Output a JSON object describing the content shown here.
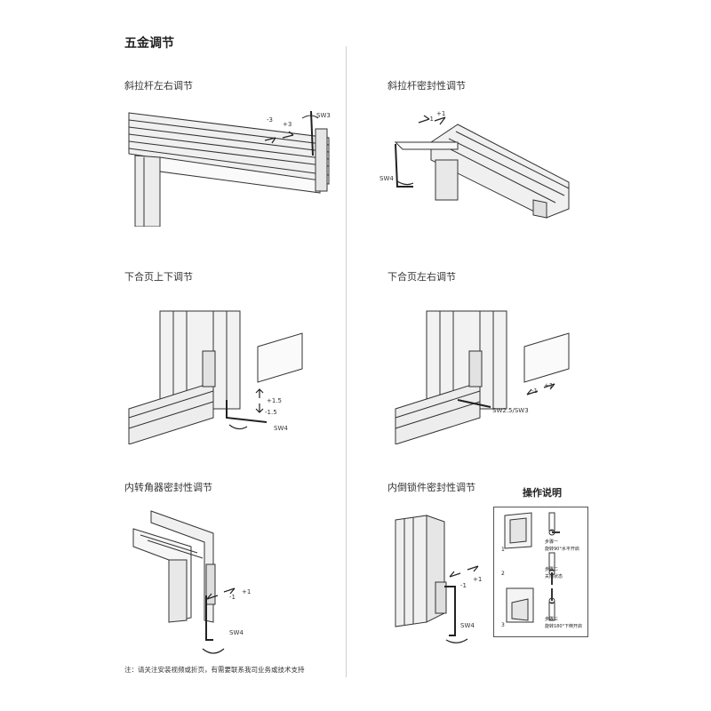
{
  "page_title": "五金调节",
  "sections": [
    {
      "title": "斜拉杆左右调节",
      "labels": {
        "tool": "SW3",
        "minus": "-3",
        "plus": "+3"
      }
    },
    {
      "title": "斜拉杆密封性调节",
      "labels": {
        "tool": "SW4",
        "minus": "-1",
        "plus": "+1"
      }
    },
    {
      "title": "下合页上下调节",
      "labels": {
        "tool": "SW4",
        "plus": "+1.5",
        "minus": "-1.5"
      }
    },
    {
      "title": "下合页左右调节",
      "labels": {
        "tool": "SW2.5/SW3",
        "minus": "-1",
        "plus": "+1"
      }
    },
    {
      "title": "内转角器密封性调节",
      "labels": {
        "tool": "SW4",
        "minus": "-1",
        "plus": "+1"
      }
    },
    {
      "title": "内倒锁件密封性调节",
      "labels": {
        "tool": "SW4",
        "minus": "-1",
        "plus": "+1"
      }
    }
  ],
  "operation": {
    "title": "操作说明",
    "steps": [
      {
        "num": "1",
        "text1": "步骤一",
        "text2": "旋转90°水平开启"
      },
      {
        "num": "2",
        "text1": "步骤二",
        "text2": "关闭状态"
      },
      {
        "num": "3",
        "text1": "步骤三",
        "text2": "旋转180°下倒开启"
      }
    ]
  },
  "footnote": "注：请关注安装视频或折页，有需要联系我司业务或技术支持",
  "colors": {
    "line": "#333333",
    "frame_fill": "#f4f4f4",
    "frame_shade": "#dcdcdc"
  }
}
